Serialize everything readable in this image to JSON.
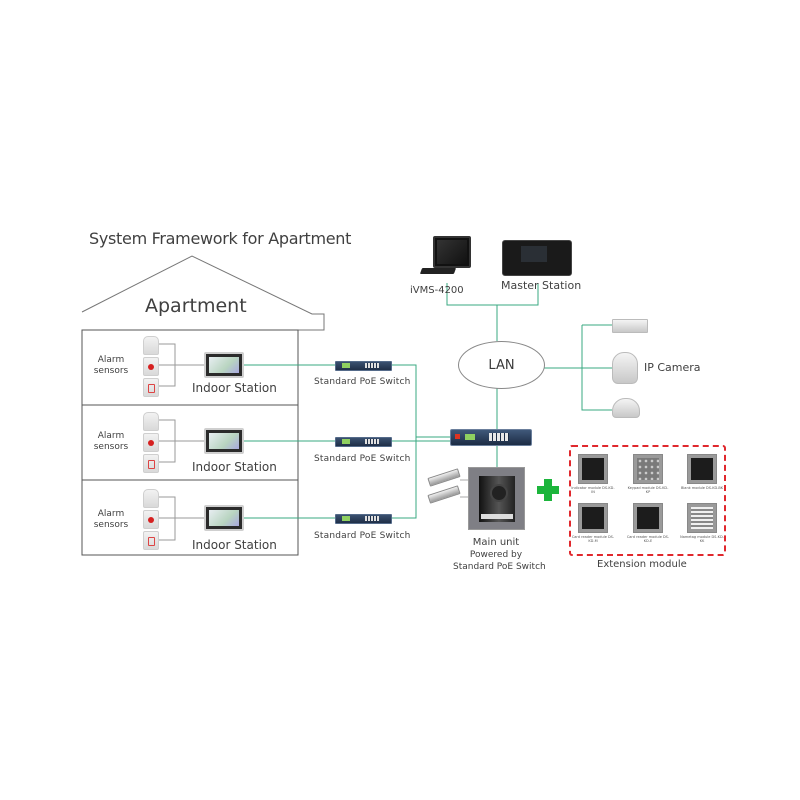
{
  "diagram": {
    "title": "System Framework for Apartment",
    "building_label": "Apartment",
    "floors": [
      {
        "sensors_label_line1": "Alarm",
        "sensors_label_line2": "sensors",
        "station_label": "Indoor Station",
        "switch_label": "Standard PoE Switch"
      },
      {
        "sensors_label_line1": "Alarm",
        "sensors_label_line2": "sensors",
        "station_label": "Indoor Station",
        "switch_label": "Standard PoE Switch"
      },
      {
        "sensors_label_line1": "Alarm",
        "sensors_label_line2": "sensors",
        "station_label": "Indoor Station",
        "switch_label": "Standard PoE Switch"
      }
    ],
    "network": {
      "lan_label": "LAN",
      "client_label": "iVMS-4200",
      "master_label": "Master Station",
      "camera_label": "IP Camera"
    },
    "main_unit": {
      "line1": "Main unit",
      "line2": "Powered by",
      "line3": "Standard PoE Switch"
    },
    "extension": {
      "label": "Extension module",
      "modules": [
        {
          "caption": "Indicator module DS-KD-IN",
          "kind": "indicator"
        },
        {
          "caption": "Keypad module DS-KD-KP",
          "kind": "keypad"
        },
        {
          "caption": "Blank module DS-KD-BK",
          "kind": "blank"
        },
        {
          "caption": "Card reader module DS-KD-M",
          "kind": "card"
        },
        {
          "caption": "Card reader module DS-KD-E",
          "kind": "card"
        },
        {
          "caption": "Nametag module DS-KD-KK",
          "kind": "list"
        }
      ]
    },
    "colors": {
      "wire": "#3aa882",
      "sensor_wire": "#9a9a9a",
      "extension_border": "#e0282d",
      "plus": "#1cb53c"
    }
  }
}
